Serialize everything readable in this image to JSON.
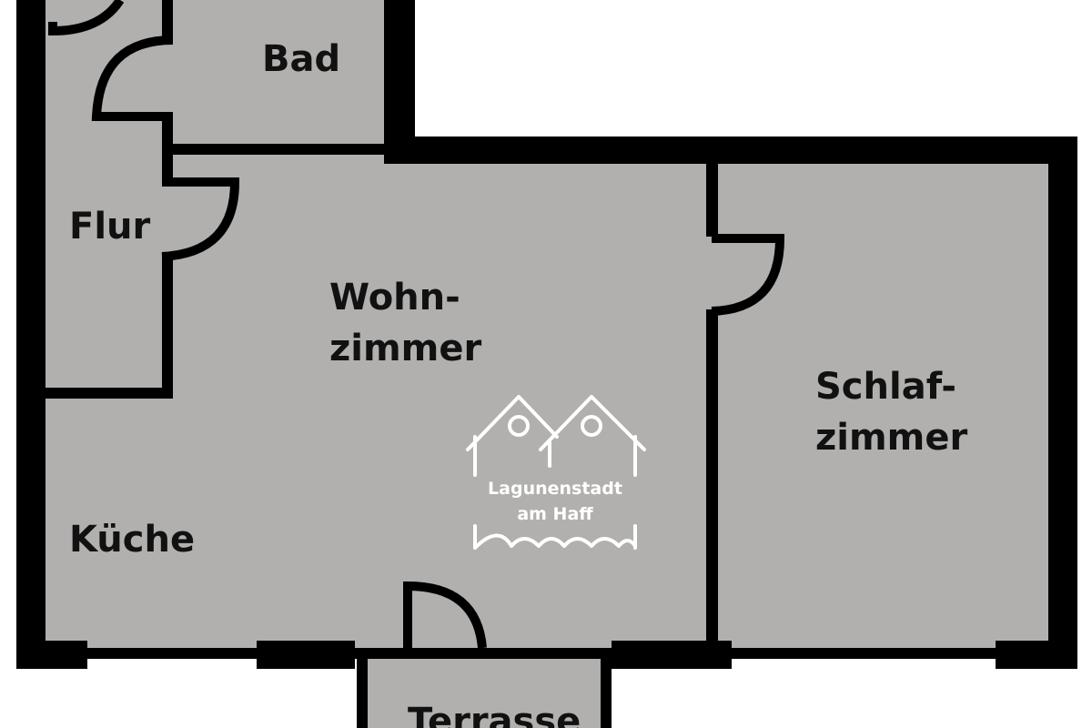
{
  "rooms": {
    "bad": "Bad",
    "flur": "Flur",
    "wohnzimmer_line1": "Wohn-",
    "wohnzimmer_line2": "zimmer",
    "schlafzimmer_line1": "Schlaf-",
    "schlafzimmer_line2": "zimmer",
    "kueche": "Küche",
    "terrasse": "Terrasse"
  },
  "logo": {
    "line1": "Lagunenstadt",
    "line2": "am Haff",
    "icon": "two-houses-on-waves-icon"
  },
  "colors": {
    "floor": "#b1b0ae",
    "wall": "#000000",
    "background": "#ffffff",
    "logo": "#ffffff"
  }
}
